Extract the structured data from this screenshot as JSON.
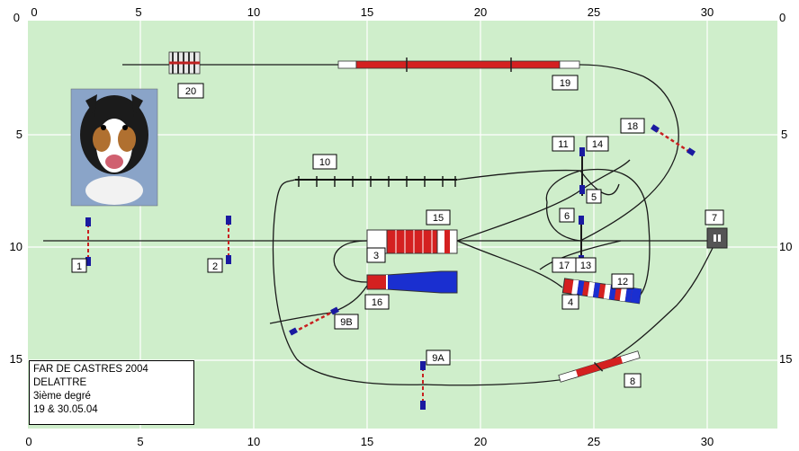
{
  "scale": {
    "x_ticks": [
      "0",
      "5",
      "10",
      "15",
      "20",
      "25",
      "30"
    ],
    "y_ticks": [
      "0",
      "5",
      "10",
      "15"
    ]
  },
  "obstacles": {
    "o1": "1",
    "o2": "2",
    "o3": "3",
    "o4": "4",
    "o5": "5",
    "o6": "6",
    "o7": "7",
    "o8": "8",
    "o9a": "9A",
    "o9b": "9B",
    "o10": "10",
    "o11": "11",
    "o12": "12",
    "o13": "13",
    "o14": "14",
    "o15": "15",
    "o16": "16",
    "o17": "17",
    "o18": "18",
    "o19": "19",
    "o20": "20"
  },
  "info": {
    "event": "FAR DE CASTRES 2004",
    "judge": "DELATTRE",
    "grade": "3ième degré",
    "dates": "19 & 30.05.04"
  },
  "colors": {
    "field": "#cfeecb",
    "grid": "#ffffff",
    "tunnel_red": "#d42020",
    "tunnel_blue": "#1a2fd0",
    "pole": "#1a1aa0"
  }
}
